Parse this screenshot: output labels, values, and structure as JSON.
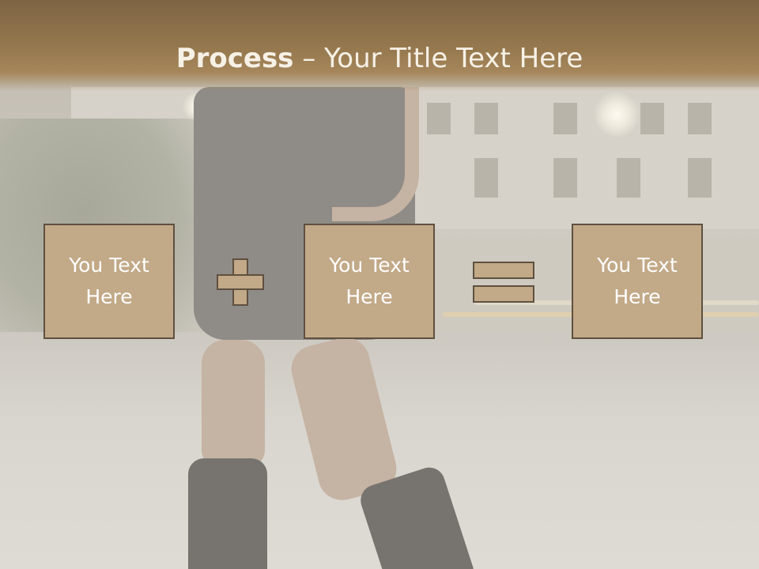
{
  "slide": {
    "title_bold": "Process",
    "title_rest": " – Your Title Text Here",
    "boxes": [
      {
        "label": "You Text\nHere"
      },
      {
        "label": "You Text\nHere"
      },
      {
        "label": "You Text\nHere"
      }
    ],
    "operators": [
      "plus-icon",
      "equals-icon"
    ]
  },
  "colors": {
    "header": "#8c6f49",
    "box_fill": "#c2a987",
    "box_border": "#5f5040",
    "box_text": "#ffffff",
    "title_text": "#f7f1e6"
  }
}
